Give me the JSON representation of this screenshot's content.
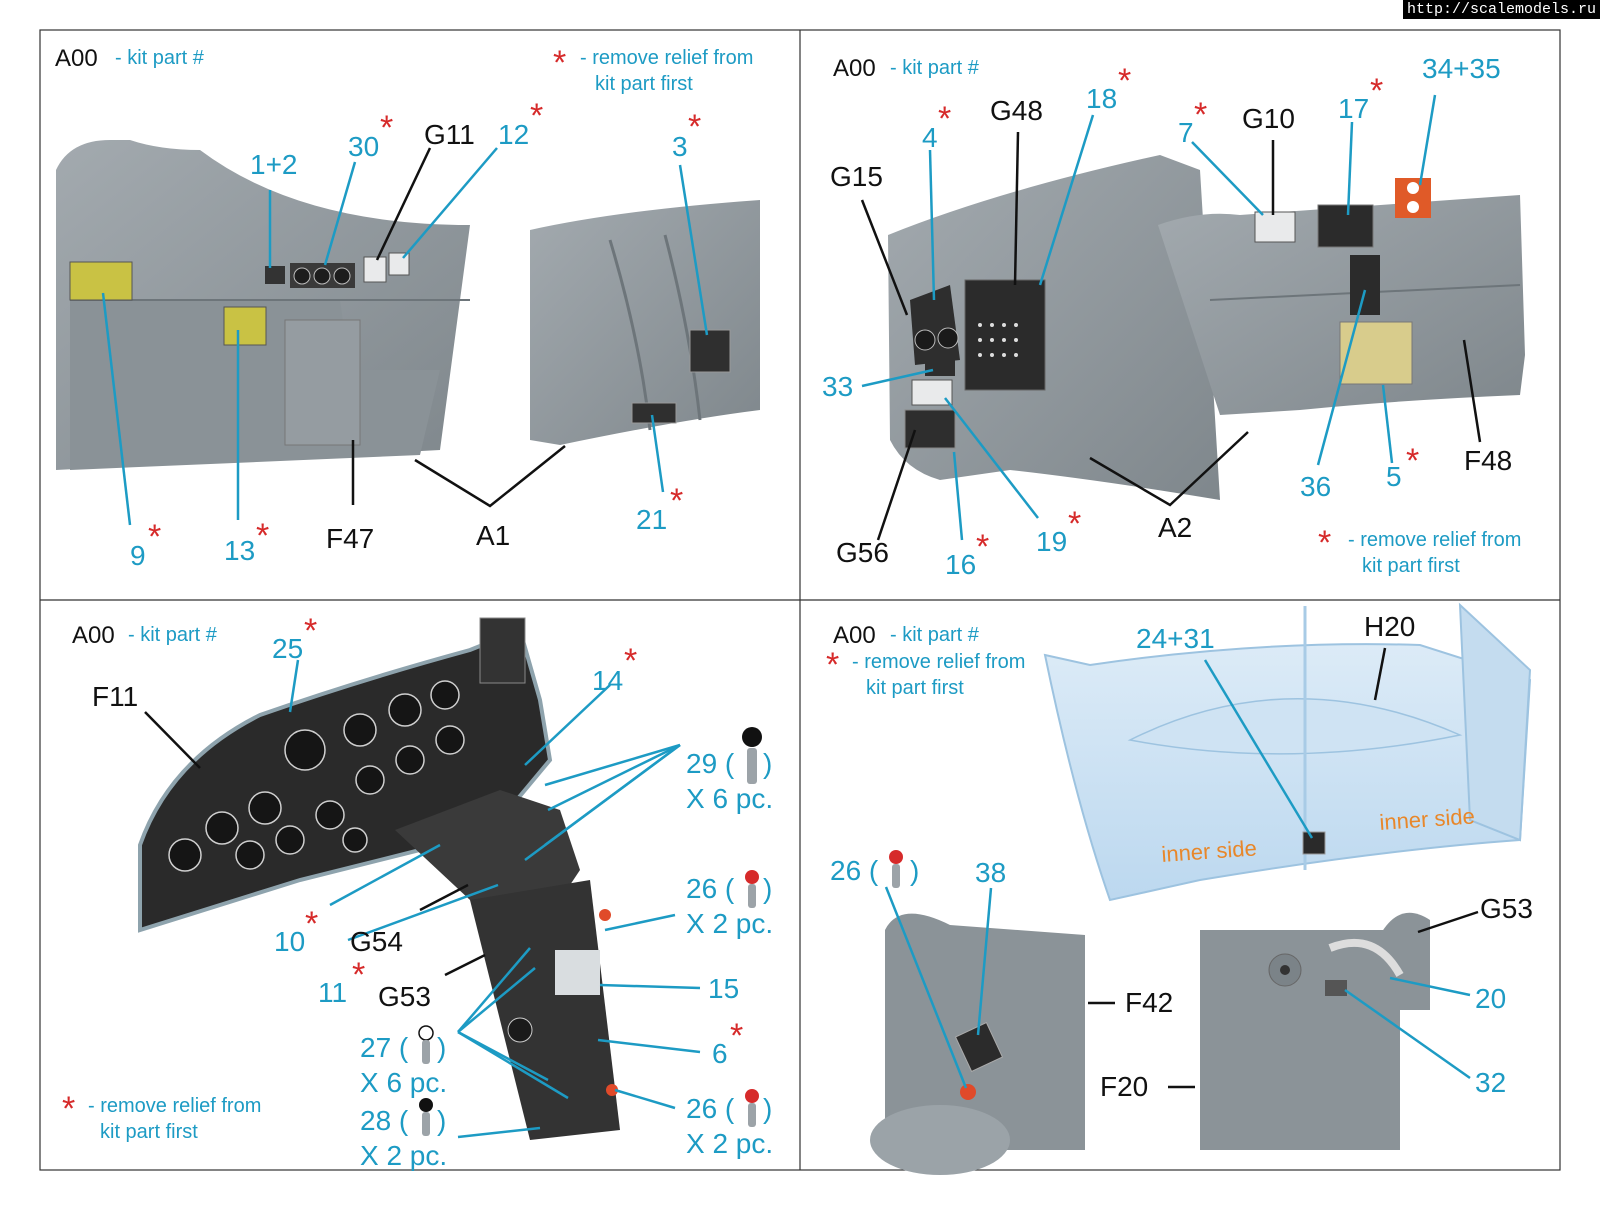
{
  "watermark": "http://scalemodels.ru",
  "legend": {
    "part_code": "A00",
    "part_desc": "- kit part #",
    "star": "*",
    "remove_line1": "- remove relief from",
    "remove_line2": "kit part first"
  },
  "colors": {
    "blue": "#1d9bc4",
    "red": "#d62a2a",
    "black": "#111111",
    "orange": "#e8872a",
    "grey": "#8e969c",
    "grey_dark": "#6f787e",
    "panel": "#2b2b2b",
    "clear": "#cfe4f4"
  },
  "panels": {
    "p1": {
      "labels": {
        "l9": "9",
        "l13": "13",
        "f47": "F47",
        "a1": "A1",
        "l21": "21",
        "l1_2": "1+2",
        "l30": "30",
        "g11": "G11",
        "l12": "12",
        "l3": "3"
      }
    },
    "p2": {
      "labels": {
        "l4": "4",
        "g48": "G48",
        "l18": "18",
        "g15": "G15",
        "l33": "33",
        "g56": "G56",
        "l16": "16",
        "l19": "19",
        "a2": "A2",
        "l7": "7",
        "g10": "G10",
        "l17": "17",
        "l34_35": "34+35",
        "l36": "36",
        "l5": "5",
        "f48": "F48"
      }
    },
    "p3": {
      "labels": {
        "f11": "F11",
        "l25": "25",
        "l14": "14",
        "l10": "10",
        "g54": "G54",
        "l11": "11",
        "g53": "G53",
        "l29": "29 (",
        "l29b": ")",
        "x6a": "X 6 pc.",
        "l26a": "26 (",
        "l26ab": ")",
        "x2a": "X 2 pc.",
        "l15": "15",
        "l6": "6",
        "l27": "27 (",
        "l27b": ")",
        "x6b": "X 6 pc.",
        "l28": "28 (",
        "l28b": ")",
        "x2b": "X 2 pc.",
        "l26b": "26 (",
        "l26bb": ")",
        "x2c": "X 2 pc."
      }
    },
    "p4": {
      "labels": {
        "l24_31": "24+31",
        "h20": "H20",
        "inner1": "inner side",
        "inner2": "inner side",
        "l26": "26 (",
        "l26b": ")",
        "l38": "38",
        "f42": "F42",
        "f20": "F20",
        "g53": "G53",
        "l20": "20",
        "l32": "32"
      }
    }
  }
}
